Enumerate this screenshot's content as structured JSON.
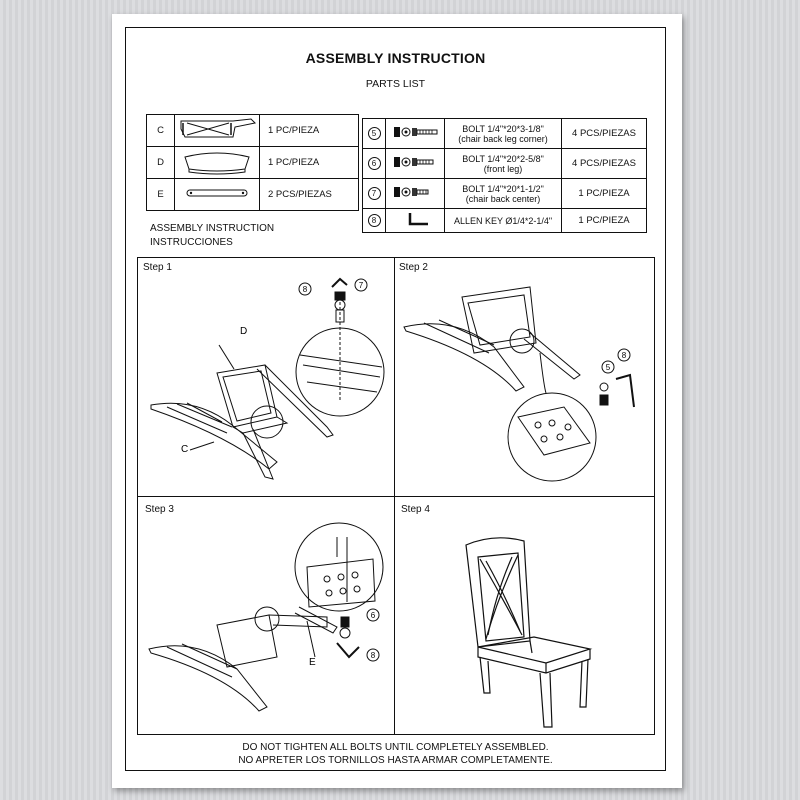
{
  "document": {
    "title": "ASSEMBLY INSTRUCTION",
    "subtitle": "PARTS LIST"
  },
  "parts_left": [
    {
      "id": "C",
      "icon": "chair-back-frame-icon",
      "qty": "1 PC/PIEZA"
    },
    {
      "id": "D",
      "icon": "seat-cushion-icon",
      "qty": "1 PC/PIEZA"
    },
    {
      "id": "E",
      "icon": "stretcher-bar-icon",
      "qty": "2 PCS/PIEZAS"
    }
  ],
  "parts_right": [
    {
      "num": "5",
      "icon": "bolt-icon",
      "desc_line1": "BOLT 1/4\"*20*3-1/8\"",
      "desc_line2": "(chair back leg corner)",
      "qty": "4 PCS/PIEZAS"
    },
    {
      "num": "6",
      "icon": "bolt-icon",
      "desc_line1": "BOLT 1/4\"*20*2-5/8\"",
      "desc_line2": "(front leg)",
      "qty": "4 PCS/PIEZAS"
    },
    {
      "num": "7",
      "icon": "bolt-icon",
      "desc_line1": "BOLT 1/4\"*20*1-1/2\"",
      "desc_line2": "(chair back center)",
      "qty": "1 PC/PIEZA"
    },
    {
      "num": "8",
      "icon": "allen-key-icon",
      "desc_line1": "ALLEN KEY Ø1/4*2-1/4\"",
      "desc_line2": "",
      "qty": "1 PC/PIEZA"
    }
  ],
  "assembly": {
    "label_en": "ASSEMBLY INSTRUCTION",
    "label_es": "INSTRUCCIONES"
  },
  "steps": [
    {
      "label": "Step 1",
      "callouts": [
        "D",
        "C",
        "8",
        "7"
      ]
    },
    {
      "label": "Step 2",
      "callouts": [
        "5",
        "8"
      ]
    },
    {
      "label": "Step 3",
      "callouts": [
        "6",
        "E",
        "8"
      ]
    },
    {
      "label": "Step 4",
      "callouts": []
    }
  ],
  "footer": {
    "line_en": "DO NOT TIGHTEN ALL BOLTS UNTIL COMPLETELY ASSEMBLED.",
    "line_es": "NO APRETER LOS TORNILLOS HASTA ARMAR COMPLETAMENTE."
  }
}
